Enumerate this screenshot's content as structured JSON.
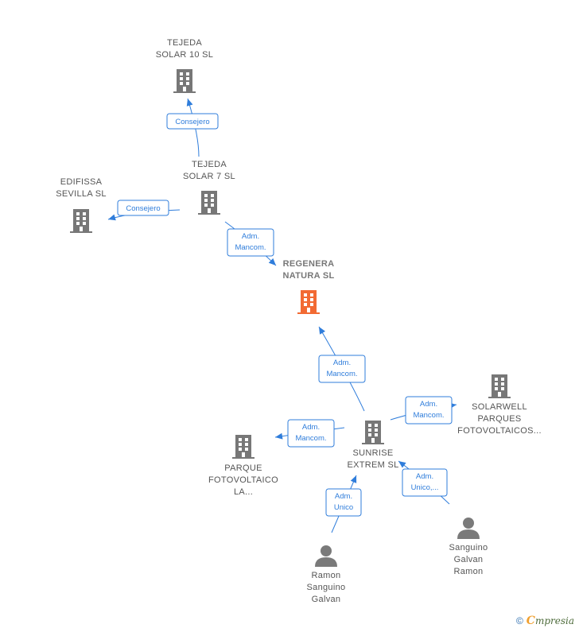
{
  "colors": {
    "company": "#777777",
    "focus": "#f26a33",
    "person": "#7a7a7a",
    "edge": "#2f7ddb"
  },
  "nodes": [
    {
      "id": "tejeda10",
      "kind": "company",
      "icon": "building-icon",
      "lines": [
        "TEJEDA",
        "SOLAR 10 SL"
      ]
    },
    {
      "id": "tejeda7",
      "kind": "company",
      "icon": "building-icon",
      "lines": [
        "TEJEDA",
        "SOLAR 7 SL"
      ]
    },
    {
      "id": "edifissa",
      "kind": "company",
      "icon": "building-icon",
      "lines": [
        "EDIFISSA",
        "SEVILLA SL"
      ]
    },
    {
      "id": "regenera",
      "kind": "focus",
      "icon": "building-icon",
      "lines": [
        "REGENERA",
        "NATURA SL"
      ]
    },
    {
      "id": "solarwell",
      "kind": "company",
      "icon": "building-icon",
      "lines": [
        "SOLARWELL",
        "PARQUES",
        "FOTOVOLTAICOS..."
      ]
    },
    {
      "id": "sunrise",
      "kind": "company",
      "icon": "building-icon",
      "lines": [
        "SUNRISE",
        "EXTREM SL"
      ]
    },
    {
      "id": "parque",
      "kind": "company",
      "icon": "building-icon",
      "lines": [
        "PARQUE",
        "FOTOVOLTAICO",
        "LA..."
      ]
    },
    {
      "id": "ramon",
      "kind": "person",
      "icon": "person-icon",
      "lines": [
        "Ramon",
        "Sanguino",
        "Galvan"
      ]
    },
    {
      "id": "sanguino",
      "kind": "person",
      "icon": "person-icon",
      "lines": [
        "Sanguino",
        "Galvan",
        "Ramon"
      ]
    }
  ],
  "edges": [
    {
      "from": "tejeda7",
      "to": "tejeda10",
      "label": [
        "Consejero"
      ]
    },
    {
      "from": "tejeda7",
      "to": "edifissa",
      "label": [
        "Consejero"
      ]
    },
    {
      "from": "tejeda7",
      "to": "regenera",
      "label": [
        "Adm.",
        "Mancom."
      ]
    },
    {
      "from": "sunrise",
      "to": "regenera",
      "label": [
        "Adm.",
        "Mancom."
      ]
    },
    {
      "from": "sunrise",
      "to": "solarwell",
      "label": [
        "Adm.",
        "Mancom."
      ]
    },
    {
      "from": "sunrise",
      "to": "parque",
      "label": [
        "Adm.",
        "Mancom."
      ]
    },
    {
      "from": "ramon",
      "to": "sunrise",
      "label": [
        "Adm.",
        "Unico"
      ]
    },
    {
      "from": "sanguino",
      "to": "sunrise",
      "label": [
        "Adm.",
        "Unico,..."
      ]
    }
  ],
  "footer": {
    "copyright": "©",
    "brand_first": "C",
    "brand_rest": "mpresia"
  }
}
